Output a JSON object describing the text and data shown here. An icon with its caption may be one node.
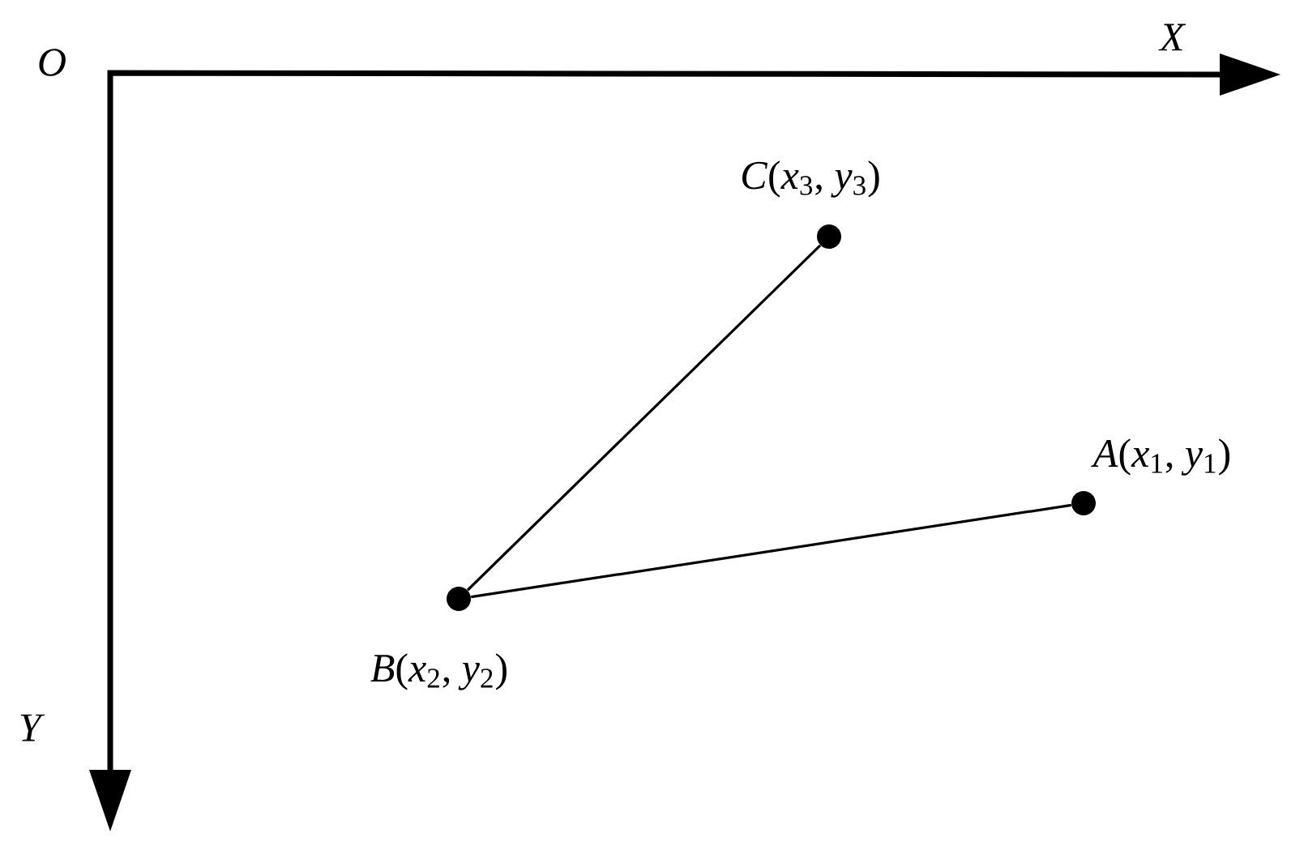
{
  "diagram": {
    "nodes": [
      {
        "text": [],
        "shape": "circle",
        "beside": [
          "*C*(*x*$_{3}$, *y*$_{3}$)"
        ]
      },
      {
        "text": [],
        "shape": "circle",
        "beside": [
          "*A*(*x*$_{1}$, *y*$_{1}$)"
        ]
      },
      {
        "text": [],
        "shape": "circle",
        "beside": [
          "*B*(*x*$_{2}$, *y*$_{2}$)"
        ]
      }
    ],
    "edges": [
      {
        "from": 0,
        "to": 2,
        "arrow": "none"
      },
      {
        "from": 2,
        "to": 1,
        "arrow": "none"
      }
    ],
    "labels": [
      "*O*",
      "*X*",
      "*Y*"
    ]
  }
}
